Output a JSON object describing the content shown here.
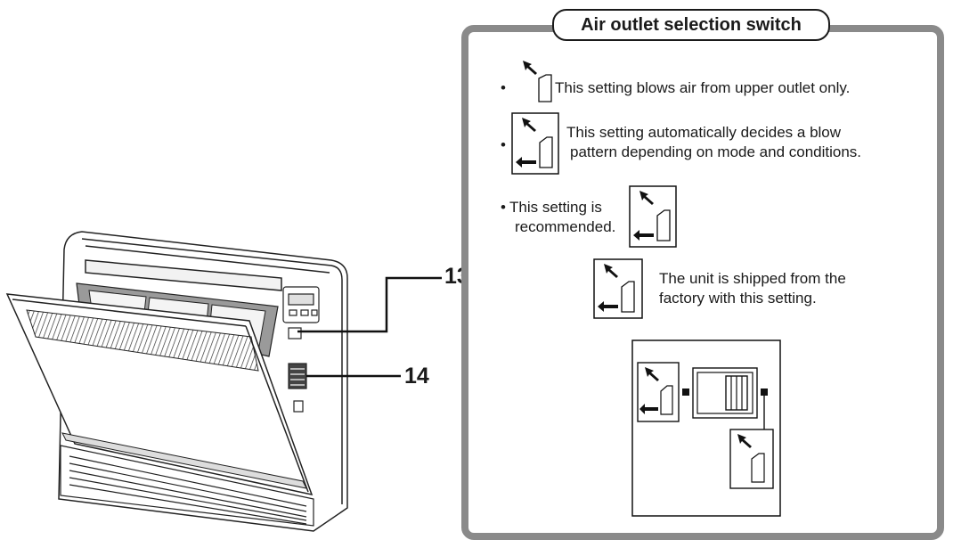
{
  "panel": {
    "title": "Air outlet selection switch",
    "bullet_glyph": "•",
    "items": [
      {
        "text": "This setting blows air from upper outlet only."
      },
      {
        "text_line1": "This setting automatically decides a blow",
        "text_line2": "pattern depending on mode and conditions."
      },
      {
        "text_line1": "This setting is",
        "text_line2": "recommended."
      }
    ],
    "factory_note": {
      "line1": "The unit is shipped from the",
      "line2": "factory with this setting."
    }
  },
  "callouts": [
    {
      "number": "13"
    },
    {
      "number": "14"
    }
  ],
  "colors": {
    "frame": "#8a8a8a",
    "ink": "#1a1a1a"
  }
}
